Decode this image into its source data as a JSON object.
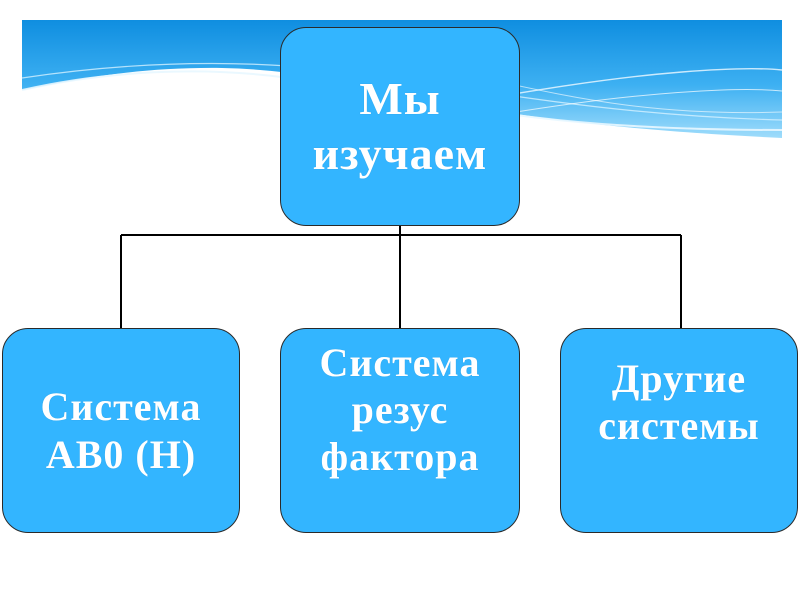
{
  "diagram": {
    "root": {
      "label": "Мы\nизучаем"
    },
    "children": [
      {
        "label": "Система\nАВ0 (Н)"
      },
      {
        "label": "Система\nрезус\nфактора"
      },
      {
        "label": "Другие\nсистемы"
      }
    ]
  },
  "colors": {
    "node_fill": "#33b5ff",
    "node_border": "#2a2a2a",
    "node_text": "#ffffff",
    "banner_blue": "#1e9be6",
    "connector": "#000000"
  }
}
